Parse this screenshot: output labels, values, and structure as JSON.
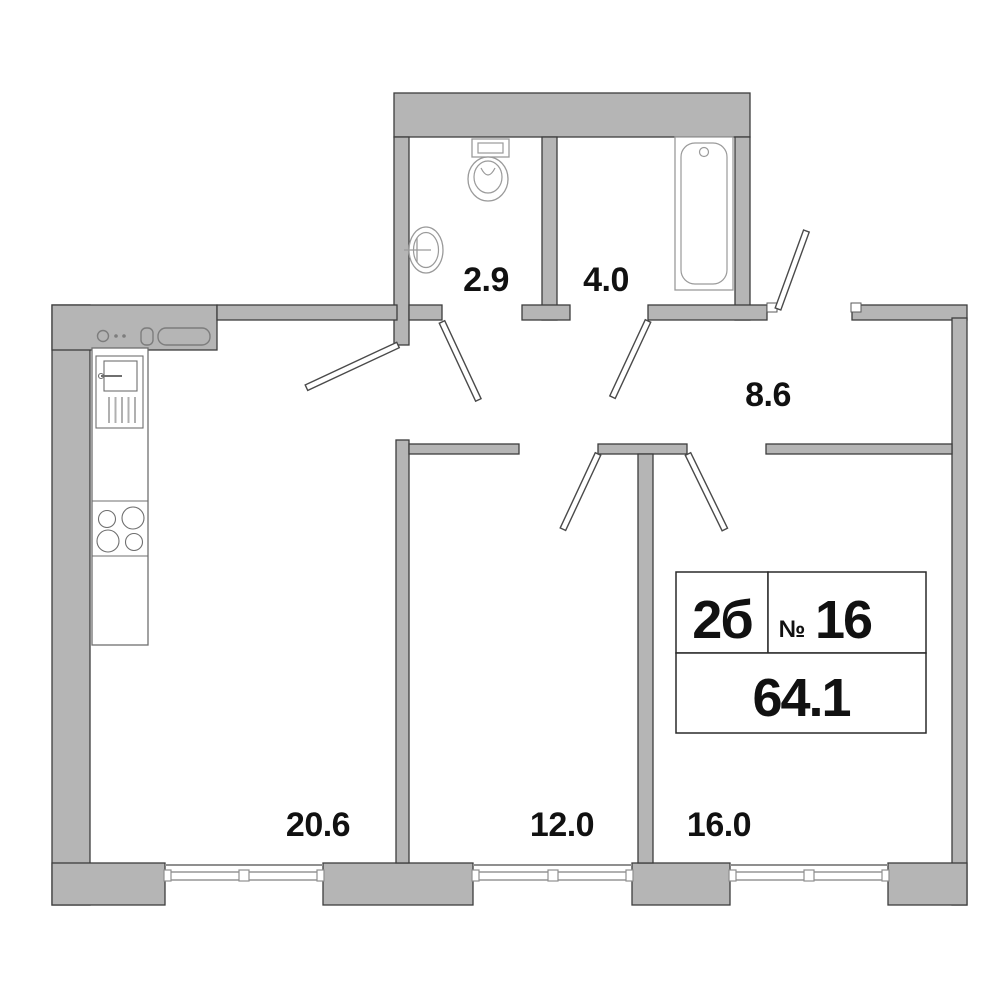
{
  "plan": {
    "title_block": {
      "apartment_type": "2б",
      "number_sign": "№",
      "apartment_number": "16",
      "total_area": "64.1"
    },
    "rooms": {
      "wc": {
        "area": "2.9"
      },
      "bathroom": {
        "area": "4.0"
      },
      "hallway": {
        "area": "8.6"
      },
      "living_kitchen": {
        "area": "20.6"
      },
      "bedroom_1": {
        "area": "12.0"
      },
      "bedroom_2": {
        "area": "16.0"
      }
    },
    "fixtures": [
      "kitchen-counter",
      "kitchen-sink",
      "kitchen-stove",
      "toilet",
      "washbasin",
      "bathtub"
    ],
    "features": [
      "entrance-door",
      "interior-doors",
      "windows",
      "wall-vent-symbols"
    ],
    "colors": {
      "wall": "#b5b5b5",
      "wall_outline": "#3d3d3d",
      "fixture_outline": "#9a9a9a",
      "text": "#111111",
      "background": "#ffffff"
    }
  }
}
